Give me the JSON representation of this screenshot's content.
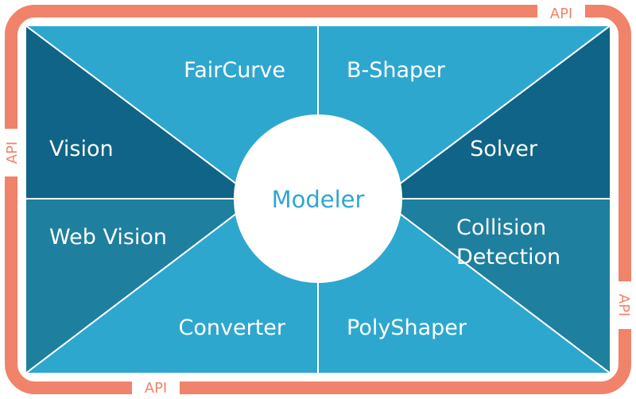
{
  "colors": {
    "frame": "#f0836a",
    "light_blue": "#2ea7cf",
    "dark_blue": "#0f6487",
    "mid_blue": "#1f7f9e",
    "divider": "#ffffff",
    "center_fill": "#ffffff",
    "center_text": "#2ea7cf"
  },
  "center": {
    "label": "Modeler"
  },
  "modules": [
    {
      "id": "faircurve",
      "label": "FairCurve"
    },
    {
      "id": "b-shaper",
      "label": "B-Shaper"
    },
    {
      "id": "vision",
      "label": "Vision"
    },
    {
      "id": "solver",
      "label": "Solver"
    },
    {
      "id": "web-vision",
      "label": "Web Vision"
    },
    {
      "id": "collision-detection",
      "label": "Collision Detection",
      "lines": [
        "Collision",
        "Detection"
      ]
    },
    {
      "id": "converter",
      "label": "Converter"
    },
    {
      "id": "polyshaper",
      "label": "PolyShaper"
    }
  ],
  "api_labels": [
    "API",
    "API",
    "API",
    "API"
  ]
}
